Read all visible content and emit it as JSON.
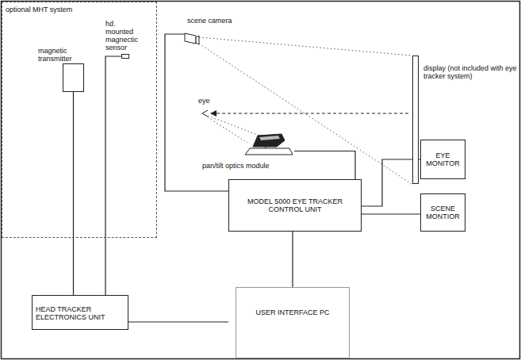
{
  "diagram": {
    "nodes": [
      {
        "text": [
          "optional MHT system"
        ]
      },
      {
        "text": [
          "magnetic transmitter"
        ],
        "in": 0
      },
      {
        "text": [
          "hd. mounted magnectic sensor"
        ],
        "in": 0
      },
      {
        "text": [
          "HEAD TRACKER ELECTRONICS UNIT"
        ],
        "in": 0
      },
      {
        "text": [
          "scene camera"
        ]
      },
      {
        "text": [
          "display (not included with eye tracker system)"
        ]
      },
      {
        "text": [
          "pan/tilt optics module"
        ]
      },
      {
        "text": [
          "MODEL 5000 EYE TRACKER CONTROL UNIT"
        ]
      },
      {
        "text": [
          "EYE MONITOR"
        ]
      },
      {
        "text": [
          "SCENE MONTIOR"
        ]
      },
      {
        "text": [
          "USER INTERFACE PC"
        ]
      }
    ],
    "edges": [
      {
        "from": 1,
        "to": 3,
        "arrow": "none"
      },
      {
        "from": 2,
        "to": 3,
        "arrow": "none"
      },
      {
        "from": 3,
        "to": 7,
        "arrow": "none"
      },
      {
        "from": 4,
        "to": 7,
        "arrow": "none"
      },
      {
        "from": 6,
        "to": 7,
        "arrow": "none"
      },
      {
        "from": 7,
        "to": 8,
        "arrow": "none"
      },
      {
        "from": 7,
        "to": 9,
        "arrow": "none"
      },
      {
        "from": 7,
        "to": 10,
        "arrow": "none"
      }
    ],
    "labels": [
      "eye"
    ]
  }
}
